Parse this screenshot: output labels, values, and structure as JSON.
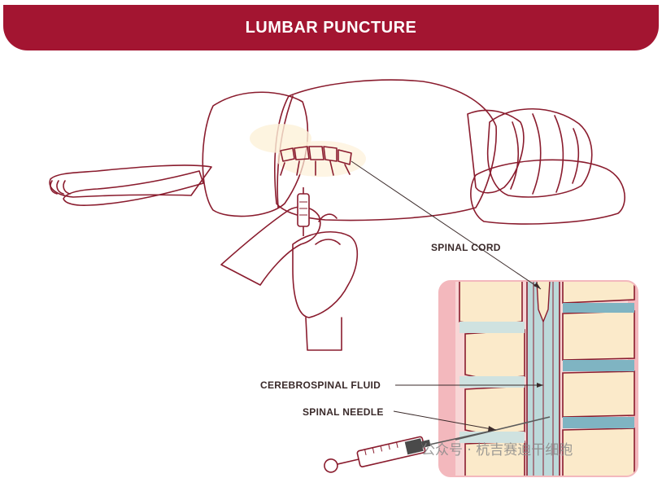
{
  "header": {
    "title": "LUMBAR PUNCTURE"
  },
  "labels": {
    "spinal_cord": "SPINAL CORD",
    "cerebrospinal_fluid": "CEREBROSPINAL FLUID",
    "spinal_needle": "SPINAL NEEDLE"
  },
  "watermark": {
    "text": "公众号 · 杭吉赛迪干细胞"
  },
  "colors": {
    "banner": "#a31531",
    "skin": "#fbe8dc",
    "outline": "#8a1c2e",
    "hair": "#c98b82",
    "bone": "#fbeaca",
    "csf": "#bcd9da",
    "tissue": "#f3b8bd"
  }
}
